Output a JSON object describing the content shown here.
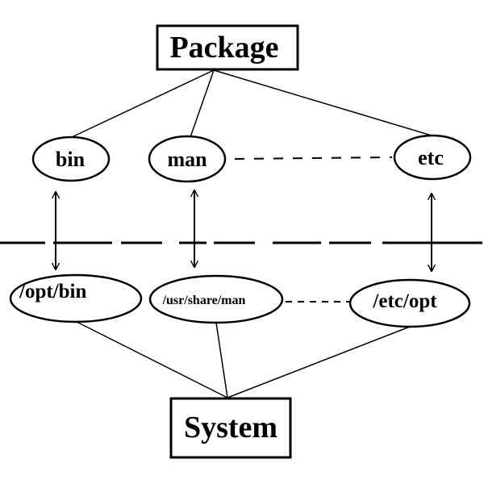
{
  "diagram": {
    "top_box": {
      "label": "Package"
    },
    "bottom_box": {
      "label": "System"
    },
    "package_nodes": [
      {
        "id": "bin",
        "label": "bin"
      },
      {
        "id": "man",
        "label": "man"
      },
      {
        "id": "etc",
        "label": "etc"
      }
    ],
    "system_nodes": [
      {
        "id": "opt-bin",
        "label": "/opt/bin"
      },
      {
        "id": "usr-share-man",
        "label": "/usr/share/man"
      },
      {
        "id": "etc-opt",
        "label": "/etc/opt"
      }
    ],
    "mappings": [
      {
        "from": "bin",
        "to": "/opt/bin",
        "type": "bidirectional-arrow"
      },
      {
        "from": "man",
        "to": "/usr/share/man",
        "type": "bidirectional-arrow"
      },
      {
        "from": "etc",
        "to": "/etc/opt",
        "type": "bidirectional-arrow"
      }
    ],
    "dashed_links": [
      {
        "from": "man",
        "to": "etc"
      },
      {
        "from": "/usr/share/man",
        "to": "/etc/opt"
      }
    ],
    "separator": "dashed-horizontal-line",
    "colors": {
      "stroke": "#000000",
      "background": "#ffffff"
    }
  }
}
